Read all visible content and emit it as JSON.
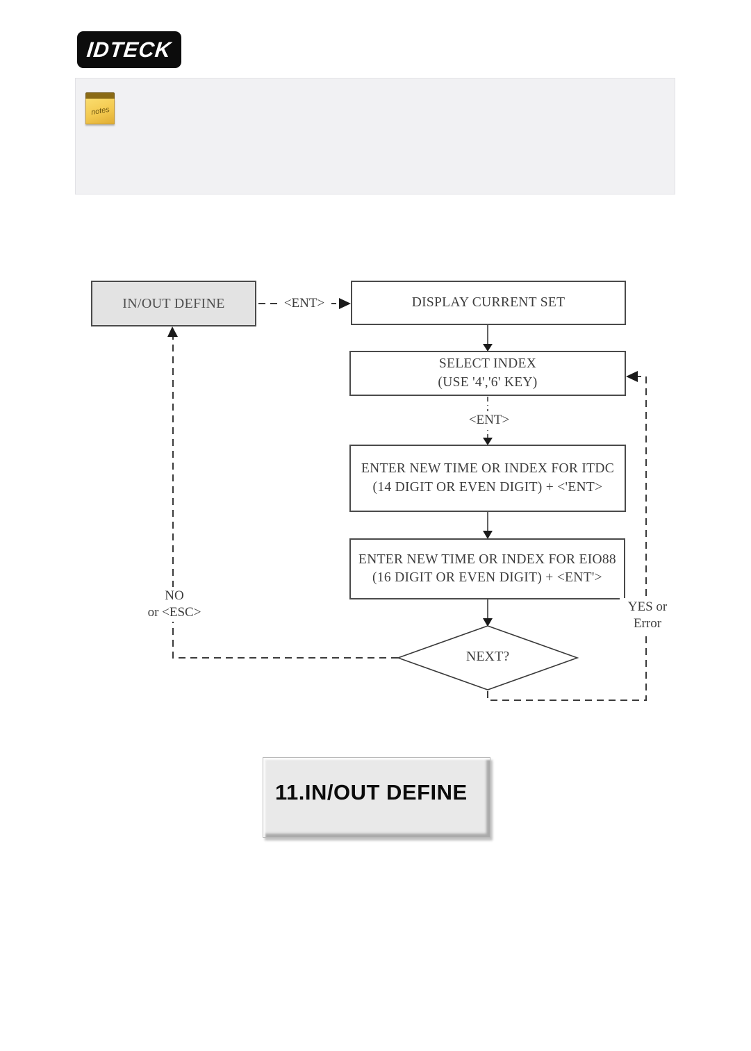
{
  "header": {
    "logo_text": "IDTECK"
  },
  "notes_panel": {
    "icon_label": "notes"
  },
  "flowchart": {
    "nodes": {
      "inout_define": {
        "label": "IN/OUT DEFINE"
      },
      "display_current_set": {
        "label": "DISPLAY CURRENT SET"
      },
      "select_index": {
        "line1": "SELECT INDEX",
        "line2": "(USE '4','6' KEY)"
      },
      "enter_itdc": {
        "line1": "ENTER NEW TIME OR INDEX FOR ITDC",
        "line2": "(14 DIGIT OR EVEN DIGIT) + <'ENT>"
      },
      "enter_eio88": {
        "line1": "ENTER NEW TIME OR INDEX FOR EIO88",
        "line2": "(16 DIGIT OR EVEN DIGIT) + <ENT'>"
      },
      "next_decision": {
        "label": "NEXT?"
      }
    },
    "edge_labels": {
      "ent_horizontal": "<ENT>",
      "ent_vertical": "<ENT>",
      "no_line1": "NO",
      "no_line2": "or <ESC>",
      "yes_line1": "YES or",
      "yes_line2": "Error"
    },
    "colors": {
      "line": "#3a3a3a",
      "box_border": "#4a4a4a",
      "box_fill": "#ffffff",
      "start_fill": "#e3e3e3",
      "text": "#3d3d3d"
    }
  },
  "lcd_display": {
    "text": "11.IN/OUT DEFINE",
    "background": "#e9e9e9",
    "text_color": "#0b0b0b"
  }
}
